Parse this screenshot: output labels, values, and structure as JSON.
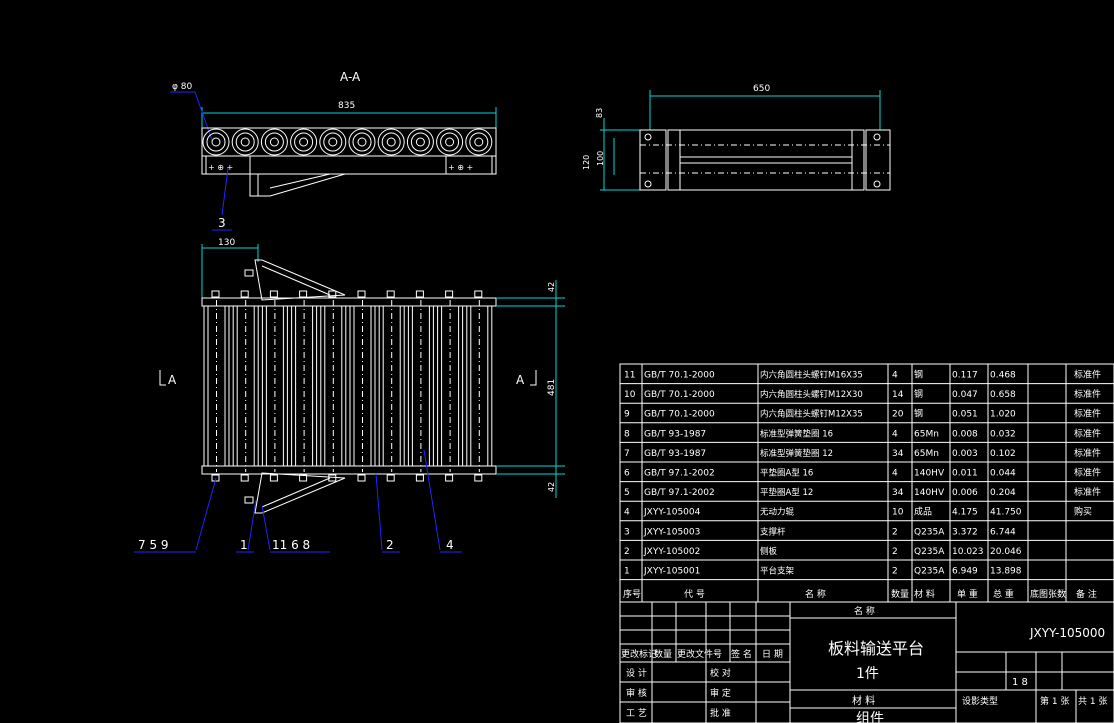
{
  "views": {
    "section_label": "A-A",
    "dim_diameter": "φ 80",
    "dim_width": "835",
    "dim_side_length": "650",
    "dim_side_left_a": "83",
    "dim_side_left_b": "120",
    "dim_side_left_c": "100",
    "dim_plan_top": "130",
    "dim_plan_right": "481",
    "dim_plan_right_top": "42",
    "dim_plan_right_bottom": "42",
    "cut_left": "A",
    "cut_right": "A",
    "balloon_3": "3",
    "balloon_759": "7  5  9",
    "balloon_1": "1",
    "balloon_1168": "11  6  8",
    "balloon_2": "2",
    "balloon_4": "4"
  },
  "bom": {
    "rows": [
      {
        "no": "11",
        "code": "GB/T 70.1-2000",
        "name": "内六角圆柱头螺钉M16X35",
        "qty": "4",
        "mat": "钢",
        "unit": "0.117",
        "total": "0.468",
        "ref": "",
        "note": "标准件"
      },
      {
        "no": "10",
        "code": "GB/T 70.1-2000",
        "name": "内六角圆柱头螺钉M12X30",
        "qty": "14",
        "mat": "钢",
        "unit": "0.047",
        "total": "0.658",
        "ref": "",
        "note": "标准件"
      },
      {
        "no": "9",
        "code": "GB/T 70.1-2000",
        "name": "内六角圆柱头螺钉M12X35",
        "qty": "20",
        "mat": "钢",
        "unit": "0.051",
        "total": "1.020",
        "ref": "",
        "note": "标准件"
      },
      {
        "no": "8",
        "code": "GB/T 93-1987",
        "name": "标准型弹簧垫圈 16",
        "qty": "4",
        "mat": "65Mn",
        "unit": "0.008",
        "total": "0.032",
        "ref": "",
        "note": "标准件"
      },
      {
        "no": "7",
        "code": "GB/T 93-1987",
        "name": "标准型弹簧垫圈 12",
        "qty": "34",
        "mat": "65Mn",
        "unit": "0.003",
        "total": "0.102",
        "ref": "",
        "note": "标准件"
      },
      {
        "no": "6",
        "code": "GB/T 97.1-2002",
        "name": "平垫圈A型 16",
        "qty": "4",
        "mat": "140HV",
        "unit": "0.011",
        "total": "0.044",
        "ref": "",
        "note": "标准件"
      },
      {
        "no": "5",
        "code": "GB/T 97.1-2002",
        "name": "平垫圈A型 12",
        "qty": "34",
        "mat": "140HV",
        "unit": "0.006",
        "total": "0.204",
        "ref": "",
        "note": "标准件"
      },
      {
        "no": "4",
        "code": "JXYY-105004",
        "name": "无动力辊",
        "qty": "10",
        "mat": "成品",
        "unit": "4.175",
        "total": "41.750",
        "ref": "",
        "note": "购买"
      },
      {
        "no": "3",
        "code": "JXYY-105003",
        "name": "支撑杆",
        "qty": "2",
        "mat": "Q235A",
        "unit": "3.372",
        "total": "6.744",
        "ref": "",
        "note": ""
      },
      {
        "no": "2",
        "code": "JXYY-105002",
        "name": "侧板",
        "qty": "2",
        "mat": "Q235A",
        "unit": "10.023",
        "total": "20.046",
        "ref": "",
        "note": ""
      },
      {
        "no": "1",
        "code": "JXYY-105001",
        "name": "平台支架",
        "qty": "2",
        "mat": "Q235A",
        "unit": "6.949",
        "total": "13.898",
        "ref": "",
        "note": ""
      }
    ],
    "headers": {
      "no": "序号",
      "code": "代    号",
      "name": "名    称",
      "qty": "数量",
      "mat": "材 料",
      "unit": "单 重",
      "total": "总 重",
      "ref": "底图张数",
      "note": "备 注"
    }
  },
  "title_block": {
    "name_header": "名    称",
    "title": "板料输送平台",
    "quantity": "1件",
    "drawing_no": "JXYY-105000",
    "scale_cell": "1 8",
    "material_label": "材    料",
    "sheet_type_label": "设影类型",
    "sheet_of": "第 1 张",
    "sheet_total": "共 1 张",
    "bottom_text": "组件",
    "rev_mark": "更改标记",
    "rev_qty": "数量",
    "rev_doc": "更改文件号",
    "rev_sign": "签 名",
    "rev_date": "日 期",
    "designer": "设 计",
    "checker": "校 对",
    "reviewer": "审 核",
    "standard": "审 定",
    "process": "工 艺",
    "approver": "批 准"
  }
}
